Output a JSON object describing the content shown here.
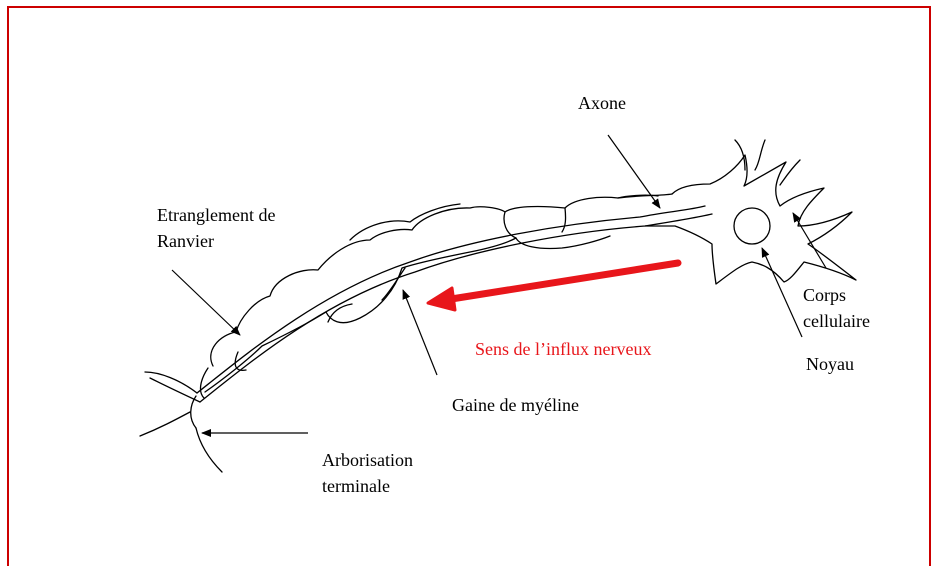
{
  "labels": {
    "axone": "Axone",
    "etranglement_line1": "Etranglement de",
    "etranglement_line2": "Ranvier",
    "corps_line1": "Corps",
    "corps_line2": "cellulaire",
    "sens": "Sens de l’influx nerveux",
    "noyau": "Noyau",
    "gaine": "Gaine de myéline",
    "arbo_line1": "Arborisation",
    "arbo_line2": "terminale"
  },
  "colors": {
    "frame": "#cc0000",
    "arrow": "#e8161b",
    "ink": "#000000"
  }
}
